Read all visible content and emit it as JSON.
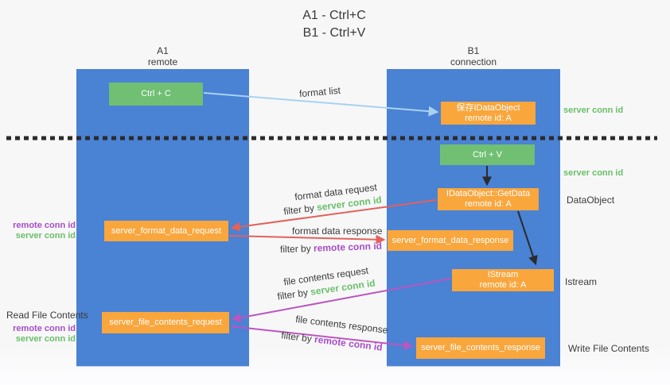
{
  "title": {
    "line1": "A1 - Ctrl+C",
    "line2": "B1 - Ctrl+V"
  },
  "lanes": {
    "a1": {
      "name": "A1",
      "subtitle": "remote"
    },
    "b1": {
      "name": "B1",
      "subtitle": "connection"
    }
  },
  "nodes": {
    "ctrl_c": {
      "label": "Ctrl + C"
    },
    "ctrl_v": {
      "label": "Ctrl + V"
    },
    "save_dataobject": {
      "line1": "保存IDataObject",
      "line2": "remote id: A"
    },
    "getdata": {
      "line1": "IDataObject::GetData",
      "line2": "remote id: A"
    },
    "istream": {
      "line1": "IStream",
      "line2": "remote id: A"
    },
    "format_request": {
      "label": "server_format_data_request"
    },
    "format_response": {
      "label": "server_format_data_response"
    },
    "file_request": {
      "label": "server_file_contents_request"
    },
    "file_response": {
      "label": "server_file_contents_response"
    }
  },
  "flow_labels": {
    "format_list": "format list",
    "format_data_request": "format data request",
    "format_data_response": "format data response",
    "file_contents_request": "file contents request",
    "file_contents_response": "file contents response",
    "filter_by": "filter by ",
    "server_conn_id": "server conn id",
    "remote_conn_id": "remote conn id"
  },
  "side_labels": {
    "server_conn_id_top": "server conn id",
    "server_conn_id_mid": "server conn id",
    "dataobject": "DataObject",
    "istream": "Istream",
    "write_file_contents": "Write File Contents",
    "read_file_contents": "Read File Contents",
    "left_mid": {
      "remote_conn_id": "remote conn id",
      "server_conn_id": "server conn id"
    },
    "left_bottom": {
      "remote_conn_id": "remote conn id",
      "server_conn_id": "server conn id"
    }
  },
  "colors": {
    "lane_blue": "#4a82d4",
    "node_green": "#70bf73",
    "node_orange": "#f9a63d",
    "arrow_red": "#e2615a",
    "arrow_magenta": "#bb55bf",
    "arrow_light_blue": "#a8d2f0",
    "arrow_black": "#2b2b2b",
    "text_green": "#6abf69",
    "text_purple": "#a74cc8",
    "text_dark": "#3b3b3b"
  }
}
